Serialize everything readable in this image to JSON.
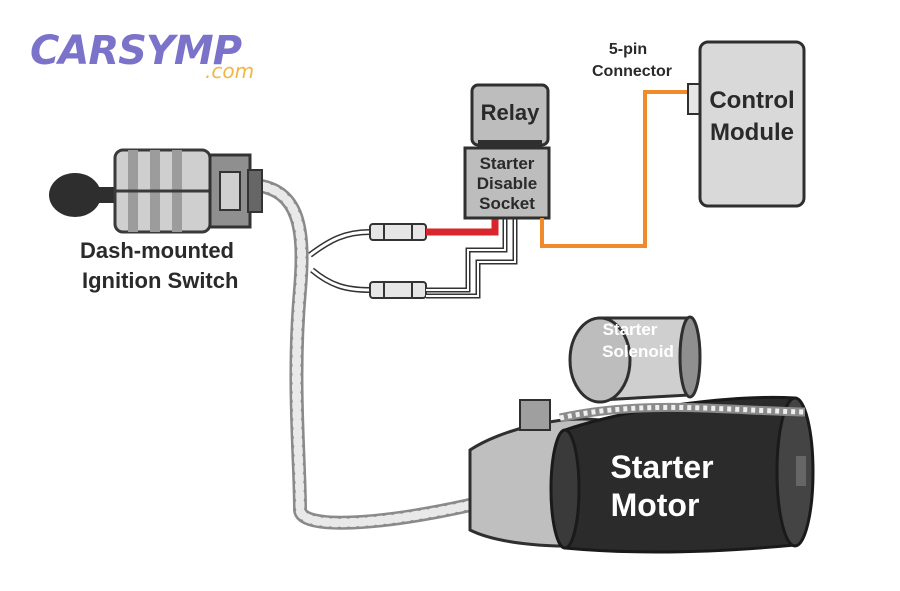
{
  "logo": {
    "main": "CARSYMP",
    "sub": ".com",
    "main_color": "#7b73c9",
    "sub_color": "#f2b642"
  },
  "labels": {
    "ignition_line1": "Dash-mounted",
    "ignition_line2": "Ignition Switch",
    "relay": "Relay",
    "socket_line1": "Starter",
    "socket_line2": "Disable",
    "socket_line3": "Socket",
    "connector_line1": "5-pin",
    "connector_line2": "Connector",
    "module_line1": "Control",
    "module_line2": "Module",
    "solenoid_line1": "Starter",
    "solenoid_line2": "Solenoid",
    "motor_line1": "Starter",
    "motor_line2": "Motor"
  },
  "colors": {
    "red_wire": "#d8262c",
    "orange_wire": "#f08a2a",
    "module_fill": "#d9d9d9",
    "motor_fill": "#2b2b2b"
  }
}
